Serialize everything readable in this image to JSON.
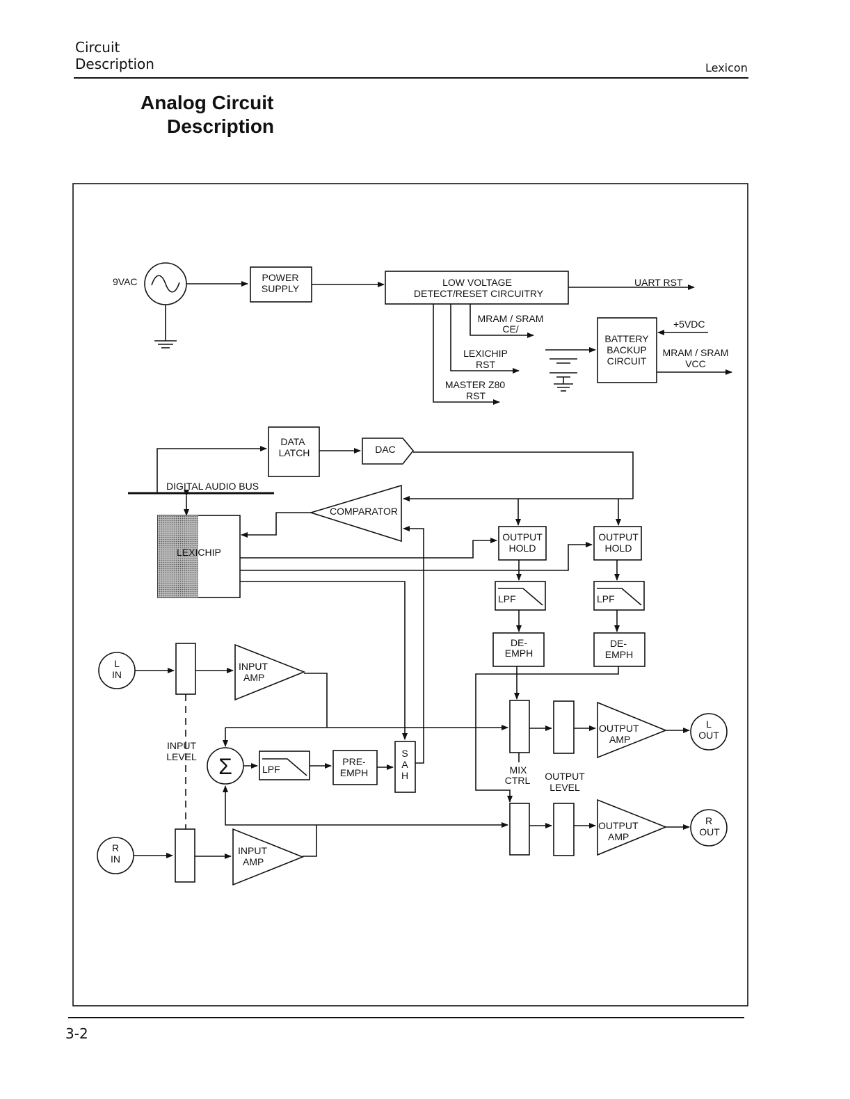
{
  "header": {
    "section_line1": "Circuit",
    "section_line2": "Description",
    "brand": "Lexicon"
  },
  "title": {
    "line1": "Analog Circuit",
    "line2": "Description"
  },
  "footer": {
    "page": "3-2"
  },
  "diagram": {
    "ac_source_label": "9VAC",
    "power_supply": [
      "POWER",
      "SUPPLY"
    ],
    "lvd": [
      "LOW VOLTAGE",
      "DETECT/RESET CIRCUITRY"
    ],
    "uart_rst": "UART RST",
    "mram_ce": [
      "MRAM / SRAM",
      "CE/"
    ],
    "lexichip_rst": [
      "LEXICHIP",
      "RST"
    ],
    "master_rst": [
      "MASTER Z80",
      "RST"
    ],
    "battery_backup": [
      "BATTERY",
      "BACKUP",
      "CIRCUIT"
    ],
    "plus5vdc": "+5VDC",
    "mram_vcc": [
      "MRAM / SRAM",
      "VCC"
    ],
    "data_latch": [
      "DATA",
      "LATCH"
    ],
    "dac": "DAC",
    "digital_audio_bus": "DIGITAL AUDIO BUS",
    "comparator": "COMPARATOR",
    "lexichip": "LEXICHIP",
    "output_hold": [
      "OUTPUT",
      "HOLD"
    ],
    "lpf": "LPF",
    "de_emph": [
      "DE-",
      "EMPH"
    ],
    "l_in": [
      "L",
      "IN"
    ],
    "r_in": [
      "R",
      "IN"
    ],
    "input_amp": [
      "INPUT",
      "AMP"
    ],
    "input_level": [
      "INPUT",
      "LEVEL"
    ],
    "sigma": "Σ",
    "pre_emph": [
      "PRE-",
      "EMPH"
    ],
    "sah": [
      "S",
      "A",
      "H"
    ],
    "mix_ctrl": [
      "MIX",
      "CTRL"
    ],
    "output_level": [
      "OUTPUT",
      "LEVEL"
    ],
    "output_amp": [
      "OUTPUT",
      "AMP"
    ],
    "l_out": [
      "L",
      "OUT"
    ],
    "r_out": [
      "R",
      "OUT"
    ]
  }
}
